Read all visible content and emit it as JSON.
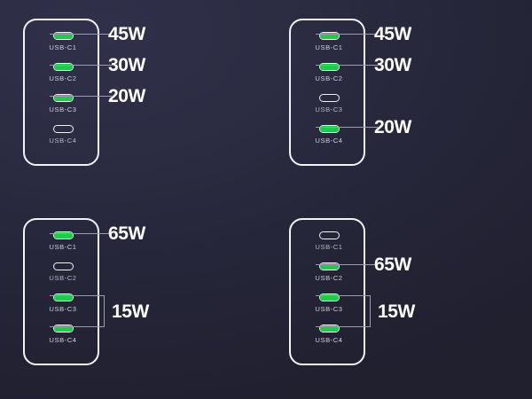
{
  "theme": {
    "background_dark": "#20202f",
    "background_light": "#30304a",
    "outline": "#f2f3f7",
    "port_active": "#1fc94a",
    "leader_line": "#9a9db0",
    "label_text": "#cfd2dd",
    "watt_text": "#ffffff"
  },
  "panels": [
    {
      "id": "charger-top-left",
      "ports": [
        {
          "label": "USB-C1",
          "state": "active"
        },
        {
          "label": "USB-C2",
          "state": "active"
        },
        {
          "label": "USB-C3",
          "state": "active"
        },
        {
          "label": "USB-C4",
          "state": "inactive"
        }
      ],
      "ratings": [
        {
          "value": "45W",
          "ports": [
            "USB-C1"
          ]
        },
        {
          "value": "30W",
          "ports": [
            "USB-C2"
          ]
        },
        {
          "value": "20W",
          "ports": [
            "USB-C3"
          ]
        }
      ]
    },
    {
      "id": "charger-top-right",
      "ports": [
        {
          "label": "USB-C1",
          "state": "active"
        },
        {
          "label": "USB-C2",
          "state": "active"
        },
        {
          "label": "USB-C3",
          "state": "inactive"
        },
        {
          "label": "USB-C4",
          "state": "active"
        }
      ],
      "ratings": [
        {
          "value": "45W",
          "ports": [
            "USB-C1"
          ]
        },
        {
          "value": "30W",
          "ports": [
            "USB-C2"
          ]
        },
        {
          "value": "20W",
          "ports": [
            "USB-C4"
          ]
        }
      ]
    },
    {
      "id": "charger-bottom-left",
      "ports": [
        {
          "label": "USB-C1",
          "state": "active"
        },
        {
          "label": "USB-C2",
          "state": "inactive"
        },
        {
          "label": "USB-C3",
          "state": "active"
        },
        {
          "label": "USB-C4",
          "state": "active"
        }
      ],
      "ratings": [
        {
          "value": "65W",
          "ports": [
            "USB-C1"
          ]
        },
        {
          "value": "15W",
          "ports": [
            "USB-C3",
            "USB-C4"
          ]
        }
      ]
    },
    {
      "id": "charger-bottom-right",
      "ports": [
        {
          "label": "USB-C1",
          "state": "inactive"
        },
        {
          "label": "USB-C2",
          "state": "active"
        },
        {
          "label": "USB-C3",
          "state": "active"
        },
        {
          "label": "USB-C4",
          "state": "active"
        }
      ],
      "ratings": [
        {
          "value": "65W",
          "ports": [
            "USB-C2"
          ]
        },
        {
          "value": "15W",
          "ports": [
            "USB-C3",
            "USB-C4"
          ]
        }
      ]
    }
  ]
}
